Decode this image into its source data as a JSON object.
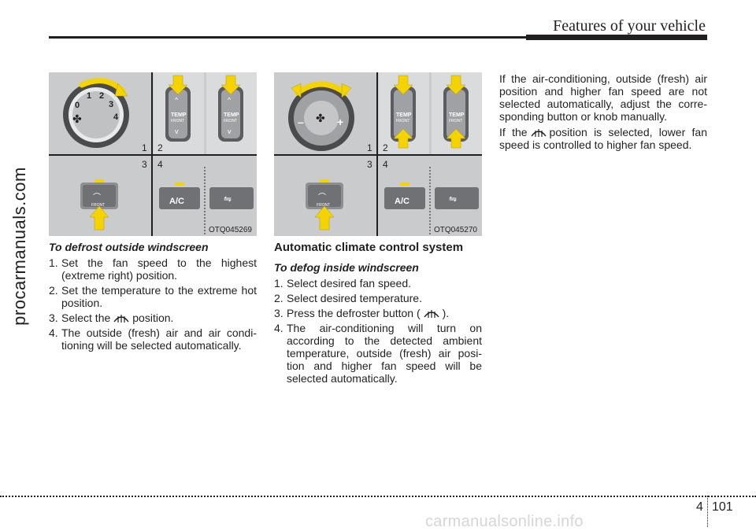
{
  "header": {
    "title": "Features of your vehicle"
  },
  "side_watermark": "procarmanuals.com",
  "figure1": {
    "code": "OTQ045269",
    "panel_numbers": [
      "1",
      "2",
      "3",
      "4"
    ],
    "dial_numbers": [
      "0",
      "1",
      "2",
      "3",
      "4"
    ],
    "temp_label": "TEMP",
    "temp_sub": "FRONT",
    "ac_label": "A/C",
    "front_label": "FRONT"
  },
  "figure2": {
    "code": "OTQ045270",
    "panel_numbers": [
      "1",
      "2",
      "3",
      "4"
    ],
    "dial_minus": "–",
    "dial_plus": "+",
    "temp_label": "TEMP",
    "temp_sub": "FRONT",
    "ac_label": "A/C",
    "front_label": "FRONT"
  },
  "col1": {
    "subheading": "To defrost outside windscreen",
    "steps": [
      {
        "num": "1.",
        "text": "Set the fan speed to the highest (extreme right) position."
      },
      {
        "num": "2.",
        "text": "Set the temperature to the extreme hot position."
      },
      {
        "num": "3.",
        "pre": "Select the",
        "post": "position."
      },
      {
        "num": "4.",
        "text": "The outside (fresh) air and air condi-tioning will be selected automatically."
      }
    ]
  },
  "col2": {
    "title": "Automatic climate control system",
    "subheading": "To defog inside windscreen",
    "steps": [
      {
        "num": "1.",
        "text": "Select desired fan speed."
      },
      {
        "num": "2.",
        "text": "Select desired temperature."
      },
      {
        "num": "3.",
        "pre": "Press the defroster button (",
        "post": ")."
      },
      {
        "num": "4.",
        "text": "The air-conditioning will turn on according to the detected ambient temperature, outside (fresh) air posi-tion and higher fan speed will be selected automatically."
      }
    ]
  },
  "col3": {
    "para1": "If the air-conditioning, outside (fresh) air position and higher fan speed are not selected automatically, adjust the corre-sponding button or knob manually.",
    "para2_pre": "If the",
    "para2_post": "position is selected, lower fan speed is controlled to higher fan speed."
  },
  "footer": {
    "chapter": "4",
    "page": "101",
    "watermark": "carmanualsonline.info"
  },
  "colors": {
    "arrow": "#f5d300",
    "arrow_stroke": "#b89c00",
    "panel": "#c9cbcd",
    "text": "#231f20"
  }
}
